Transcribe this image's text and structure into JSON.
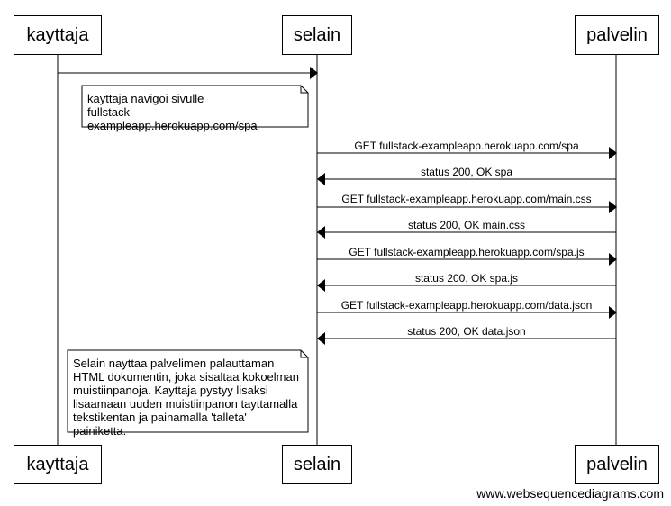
{
  "participants": [
    {
      "id": "kayttaja",
      "label": "kayttaja"
    },
    {
      "id": "selain",
      "label": "selain"
    },
    {
      "id": "palvelin",
      "label": "palvelin"
    }
  ],
  "messages": [
    {
      "from": "kayttaja",
      "to": "selain",
      "label": ""
    },
    {
      "from": "selain",
      "to": "palvelin",
      "label": "GET fullstack-exampleapp.herokuapp.com/spa"
    },
    {
      "from": "palvelin",
      "to": "selain",
      "label": "status 200, OK spa"
    },
    {
      "from": "selain",
      "to": "palvelin",
      "label": "GET fullstack-exampleapp.herokuapp.com/main.css"
    },
    {
      "from": "palvelin",
      "to": "selain",
      "label": "status 200, OK main.css"
    },
    {
      "from": "selain",
      "to": "palvelin",
      "label": "GET fullstack-exampleapp.herokuapp.com/spa.js"
    },
    {
      "from": "palvelin",
      "to": "selain",
      "label": "status 200, OK spa.js"
    },
    {
      "from": "selain",
      "to": "palvelin",
      "label": "GET fullstack-exampleapp.herokuapp.com/data.json"
    },
    {
      "from": "palvelin",
      "to": "selain",
      "label": "status 200, OK data.json"
    }
  ],
  "notes": [
    {
      "text": "kayttaja navigoi sivulle\nfullstack-exampleapp.herokuapp.com/spa"
    },
    {
      "text": "Selain nayttaa palvelimen palauttaman\nHTML dokumentin, joka sisaltaa kokoelman\nmuistiinpanoja. Kayttaja pystyy lisaksi\nlisaamaan uuden muistiinpanon tayttamalla\ntekstikentan ja painamalla 'talleta' painiketta."
    }
  ],
  "footer": "www.websequencediagrams.com"
}
